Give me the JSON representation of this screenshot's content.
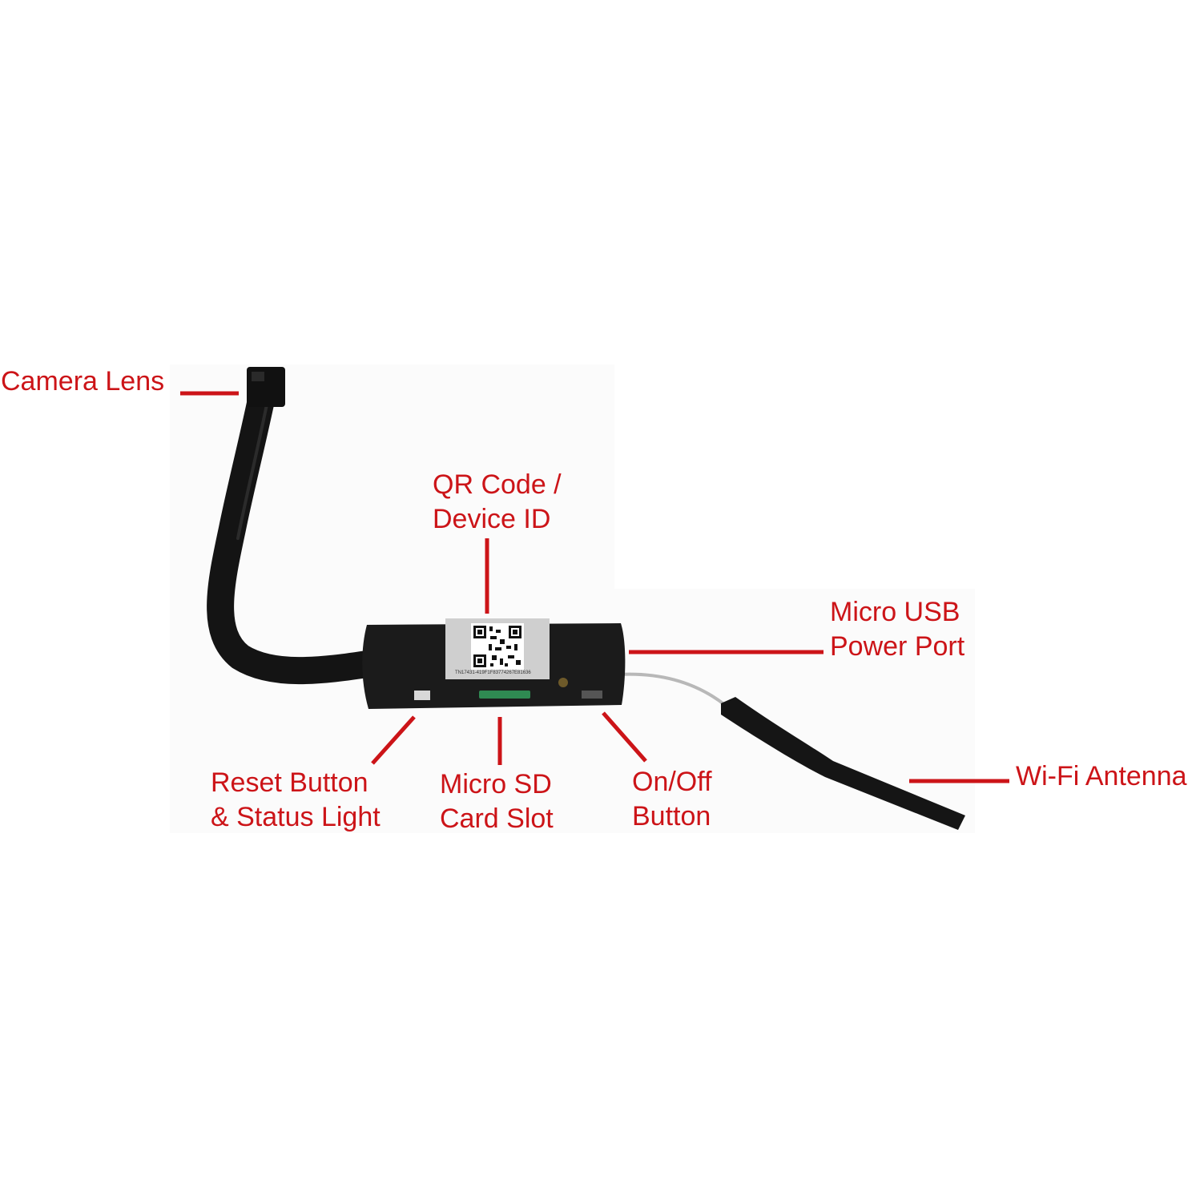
{
  "colors": {
    "annotation": "#cc1418",
    "device_body": "#1b1b1b",
    "cable": "#141414",
    "antenna_wire": "#b8b8b8",
    "sticker": "#cfcfcf",
    "sd_slot": "#2f8a52"
  },
  "labels": {
    "camera_lens": {
      "line1": "Camera Lens"
    },
    "qr_code": {
      "line1": "QR Code /",
      "line2": "Device ID"
    },
    "micro_usb": {
      "line1": "Micro USB",
      "line2": "Power Port"
    },
    "reset_button": {
      "line1": "Reset Button",
      "line2": "& Status Light"
    },
    "micro_sd": {
      "line1": "Micro SD",
      "line2": "Card Slot"
    },
    "on_off": {
      "line1": "On/Off",
      "line2": "Button"
    },
    "wifi_antenna": {
      "line1": "Wi-Fi Antenna"
    }
  },
  "device_serial": "TN17431-419F1F83774267E81636"
}
